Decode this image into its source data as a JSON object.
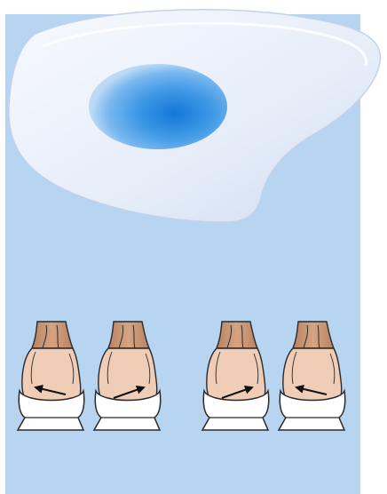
{
  "illustration": {
    "subject": "heel-cushion-insole",
    "colors": {
      "background_panel": "#b7d4f1",
      "page": "#ffffff",
      "insole_body": "#e9f0fb",
      "gel_pad": "#2f8fe0",
      "skin": "#efcdb6",
      "ankle": "#d19d78",
      "outline": "#2a2a2a",
      "sole": "#ffffff"
    },
    "feet": [
      {
        "arrow_direction": "left"
      },
      {
        "arrow_direction": "right"
      },
      {
        "arrow_direction": "right"
      },
      {
        "arrow_direction": "left"
      }
    ]
  }
}
